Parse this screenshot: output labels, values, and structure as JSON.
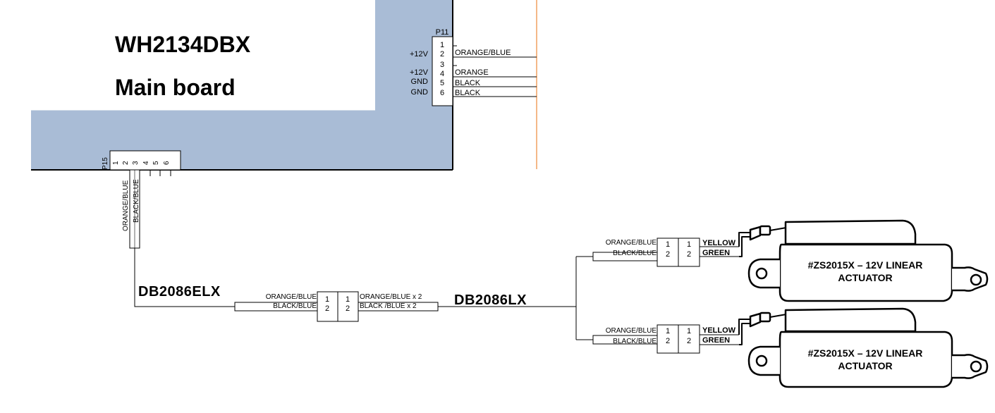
{
  "board": {
    "model": "WH2134DBX",
    "name": "Main board",
    "color": "#a9bcd6"
  },
  "p11": {
    "ref": "P11",
    "pins": [
      {
        "num": "1",
        "voltage": "",
        "wire": "",
        "connected": false
      },
      {
        "num": "2",
        "voltage": "+12V",
        "wire": "ORANGE/BLUE",
        "connected": true
      },
      {
        "num": "3",
        "voltage": "",
        "wire": "",
        "connected": false
      },
      {
        "num": "4",
        "voltage": "+12V",
        "wire": "ORANGE",
        "connected": true
      },
      {
        "num": "5",
        "voltage": "GND",
        "wire": "BLACK",
        "connected": true
      },
      {
        "num": "6",
        "voltage": "GND",
        "wire": "BLACK",
        "connected": true
      }
    ]
  },
  "p15": {
    "ref": "P15",
    "pins": [
      "1",
      "2",
      "3",
      "4",
      "5",
      "6"
    ],
    "wires": [
      "ORANGE/BLUE",
      "BLACK/BLUE"
    ]
  },
  "cable1": {
    "name": "DB2086ELX",
    "in_wires": [
      "ORANGE/BLUE",
      "BLACK/BLUE"
    ],
    "out_wires": [
      "ORANGE/BLUE x 2",
      "BLACK /BLUE x 2"
    ],
    "pins": [
      "1",
      "2"
    ]
  },
  "cable2": {
    "name": "DB2086LX"
  },
  "branches": [
    {
      "in_wires": [
        "ORANGE/BLUE",
        "BLACK/BLUE"
      ],
      "pins": [
        "1",
        "2"
      ],
      "out_wires": [
        "YELLOW",
        "GREEN"
      ],
      "actuator_label": [
        "#ZS2015X – 12V LINEAR",
        "ACTUATOR"
      ]
    },
    {
      "in_wires": [
        "ORANGE/BLUE",
        "BLACK/BLUE"
      ],
      "pins": [
        "1",
        "2"
      ],
      "out_wires": [
        "YELLOW",
        "GREEN"
      ],
      "actuator_label": [
        "#ZS2015X – 12V LINEAR",
        "ACTUATOR"
      ]
    }
  ],
  "colors": {
    "divider": "#f0a060",
    "line": "#000000"
  }
}
